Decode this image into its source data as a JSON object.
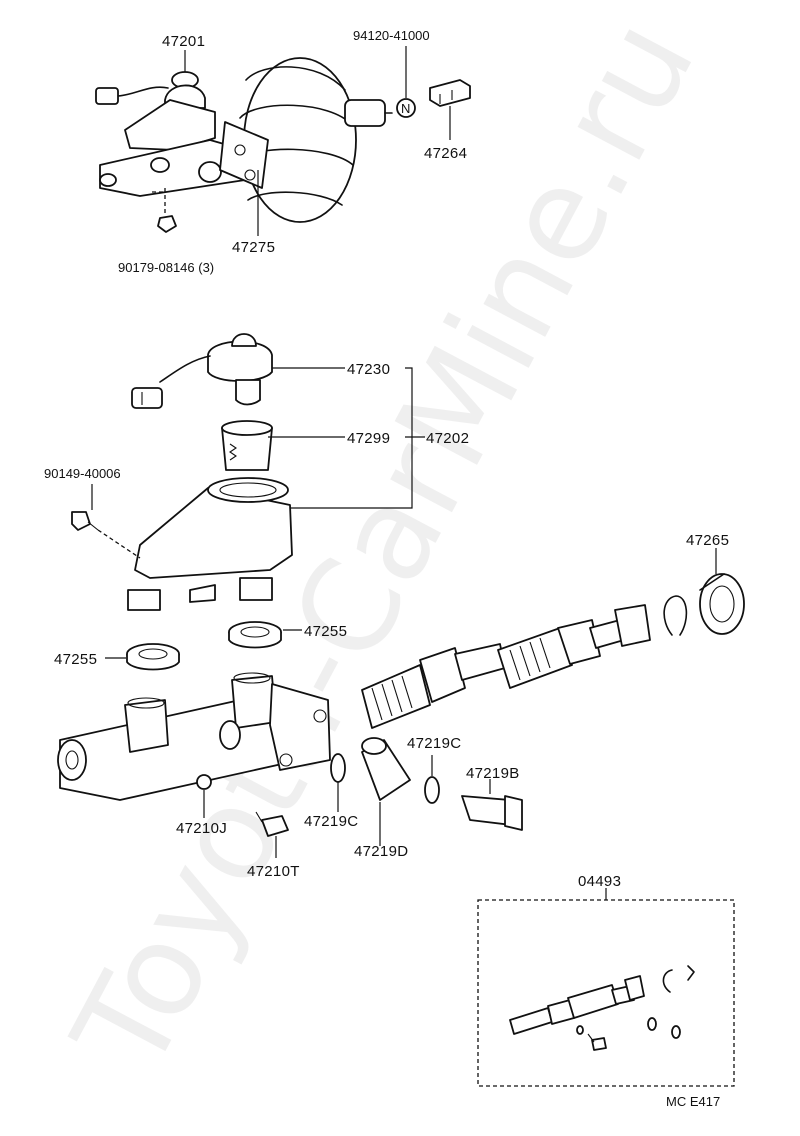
{
  "diagram": {
    "watermark": "Toyota-CarMine.ru",
    "code": "MC E417",
    "parts": {
      "p47201": "47201",
      "p94120": "94120-41000",
      "p47264": "47264",
      "p47275": "47275",
      "p90179": "90179-08146 (3)",
      "p47230": "47230",
      "p47299": "47299",
      "p47202": "47202",
      "p90149": "90149-40006",
      "p47265": "47265",
      "p47255a": "47255",
      "p47255b": "47255",
      "p47219c_top": "47219C",
      "p47219b": "47219B",
      "p47210j": "47210J",
      "p47219c_low": "47219C",
      "p47210t": "47210T",
      "p47219d": "47219D",
      "p04493": "04493"
    },
    "nut_marker": "N"
  }
}
